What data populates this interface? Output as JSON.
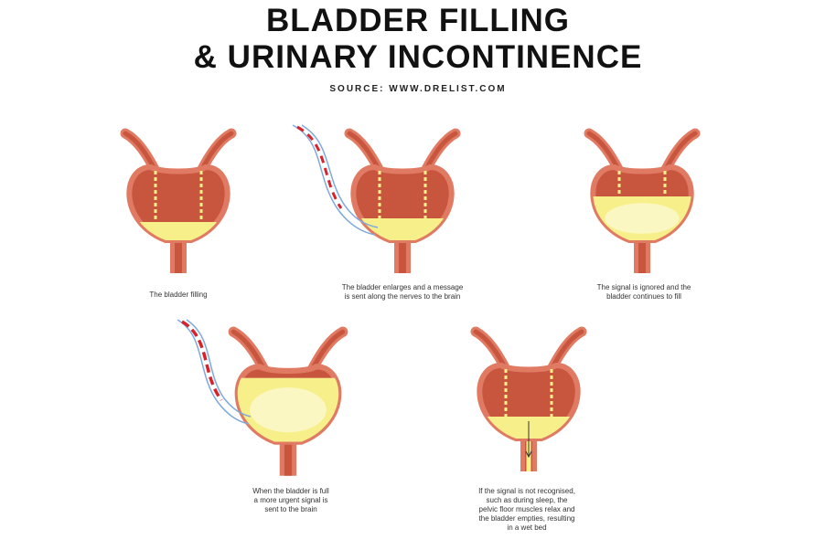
{
  "header": {
    "title_line1": "BLADDER FILLING",
    "title_line2": "& URINARY INCONTINENCE",
    "source": "SOURCE: WWW.DRELIST.COM"
  },
  "colors": {
    "outline": "#e07a63",
    "wall": "#c8563f",
    "fluid": "#f7f08a",
    "fluid_light": "#fbf7c2",
    "nerve_red": "#d8232a",
    "nerve_blue": "#7fa9dd"
  },
  "stages": [
    {
      "caption_lines": [
        "The bladder filling"
      ],
      "fill": 0.25,
      "signal": "none"
    },
    {
      "caption_lines": [
        "The bladder enlarges and a message",
        "is sent along the nerves to the brain"
      ],
      "fill": 0.3,
      "signal": "message"
    },
    {
      "caption_lines": [
        "The signal is ignored and the",
        "bladder continues to fill"
      ],
      "fill": 0.6,
      "signal": "none"
    },
    {
      "caption_lines": [
        "When the bladder is full",
        "a more urgent signal is",
        "sent to the brain"
      ],
      "fill": 0.85,
      "signal": "urgent"
    },
    {
      "caption_lines": [
        "If the signal is not recognised,",
        "such as during sleep, the",
        "pelvic floor muscles relax and",
        "the bladder empties, resulting",
        "in a wet bed"
      ],
      "fill": 0.3,
      "signal": "empty"
    }
  ]
}
